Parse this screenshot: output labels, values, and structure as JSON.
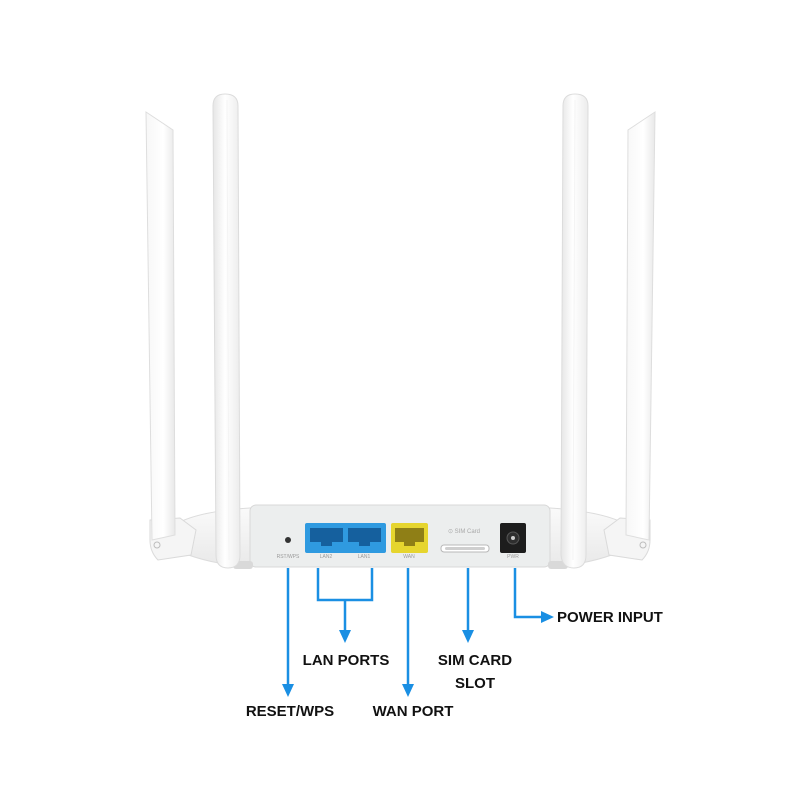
{
  "labels": {
    "reset": "RESET/WPS",
    "lan": "LAN PORTS",
    "wan": "WAN PORT",
    "sim_line1": "SIM CARD",
    "sim_line2": "SLOT",
    "power": "POWER INPUT"
  },
  "panel_markings": {
    "reset": "RST/WPS",
    "lan2": "LAN2",
    "lan1": "LAN1",
    "wan": "WAN",
    "sim": "⊙ SIM Card",
    "power": "PWR"
  },
  "colors": {
    "background": "#ffffff",
    "callout": "#1a8fe3",
    "lan_port": "#2f9ae0",
    "wan_port": "#e6d52e",
    "power_jack": "#1d1d1d"
  }
}
